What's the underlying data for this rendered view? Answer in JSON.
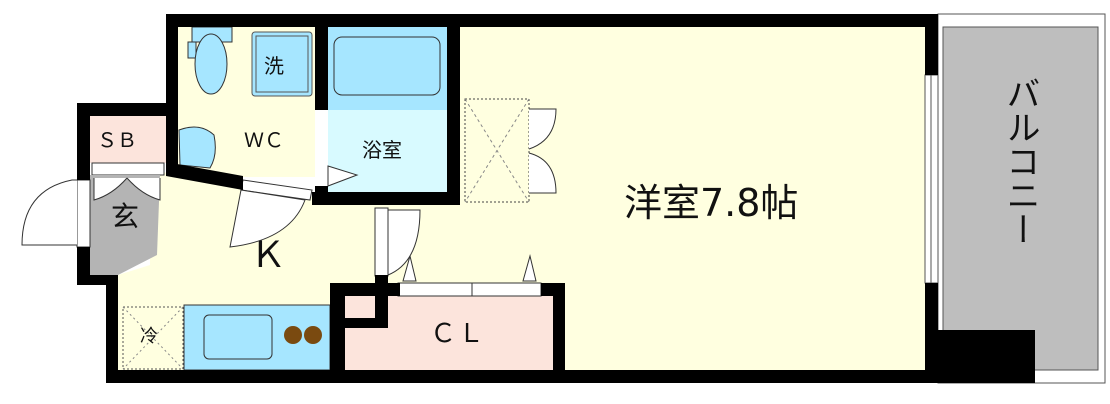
{
  "title": "Floor plan 1K",
  "rooms": {
    "western_room": "洋室7.8帖",
    "balcony": "バルコニー",
    "bathroom": "浴室",
    "toilet": "ＷＣ",
    "washer": "洗",
    "kitchen": "Ｋ",
    "entrance": "玄",
    "shoe_box": "ＳＢ",
    "refrigerator": "冷",
    "closet": "ＣＬ"
  },
  "colors": {
    "wall": "#000000",
    "floor": "#FFFFE0",
    "bath_tub": "#A6E6FF",
    "bathroom": "#D8FAFF",
    "closet": "#FCE4DC",
    "entrance": "#B4B4B4",
    "balcony": "#BEBEBE",
    "stove": "#7A4A10"
  }
}
